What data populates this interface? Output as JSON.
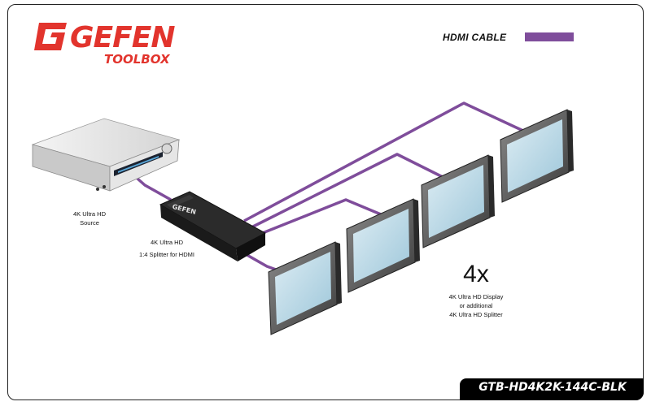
{
  "brand": {
    "name": "GEFEN",
    "sub": "TOOLBOX",
    "accent_color": "#e2342d"
  },
  "legend": {
    "label": "HDMI CABLE",
    "cable_color": "#7f4d9b"
  },
  "source": {
    "line1": "4K Ultra HD",
    "line2": "Source"
  },
  "splitter": {
    "line1": "4K Ultra HD",
    "line2": "1:4 Splitter for HDMI",
    "brand": "GEFEN"
  },
  "displays": {
    "count": "4x",
    "line1": "4K Ultra HD  Display",
    "line2": "or additional",
    "line3": "4K Ultra HD Splitter"
  },
  "model": "GTB-HD4K2K-144C-BLK"
}
